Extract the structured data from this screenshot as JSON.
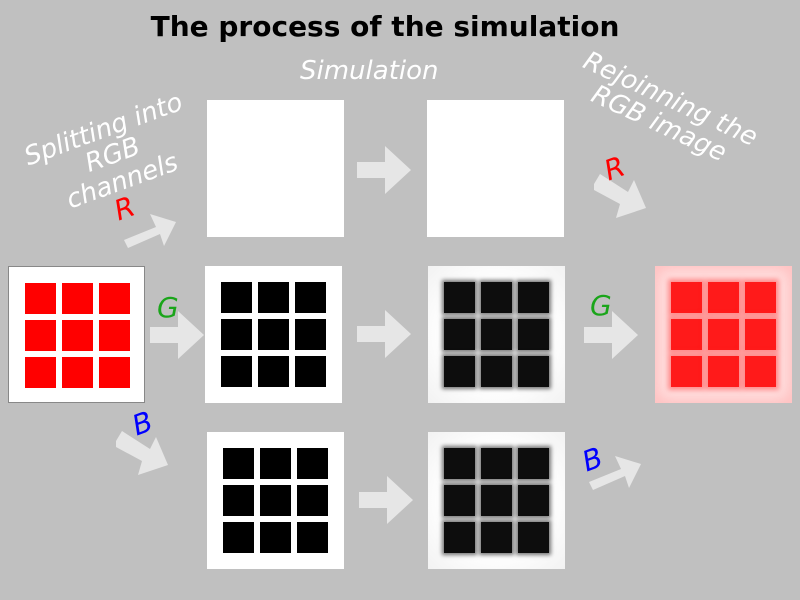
{
  "title": "The process of the simulation",
  "labels": {
    "simulation": "Simulation",
    "splitting": [
      "Splitting into",
      "RGB",
      "channels"
    ],
    "rejoining": [
      "Rejoinning the",
      "RGB image"
    ]
  },
  "channels": {
    "r": {
      "letter": "R",
      "color": "#ff0000"
    },
    "g": {
      "letter": "G",
      "color": "#1aa51a"
    },
    "b": {
      "letter": "B",
      "color": "#0000ff"
    }
  },
  "colors": {
    "background": "#c0c0c0",
    "arrow": "#e6e6e6",
    "label_text": "#ffffff",
    "square_red": "#ff0000",
    "square_black": "#000000"
  },
  "grid": {
    "rows": 3,
    "cols": 3
  }
}
